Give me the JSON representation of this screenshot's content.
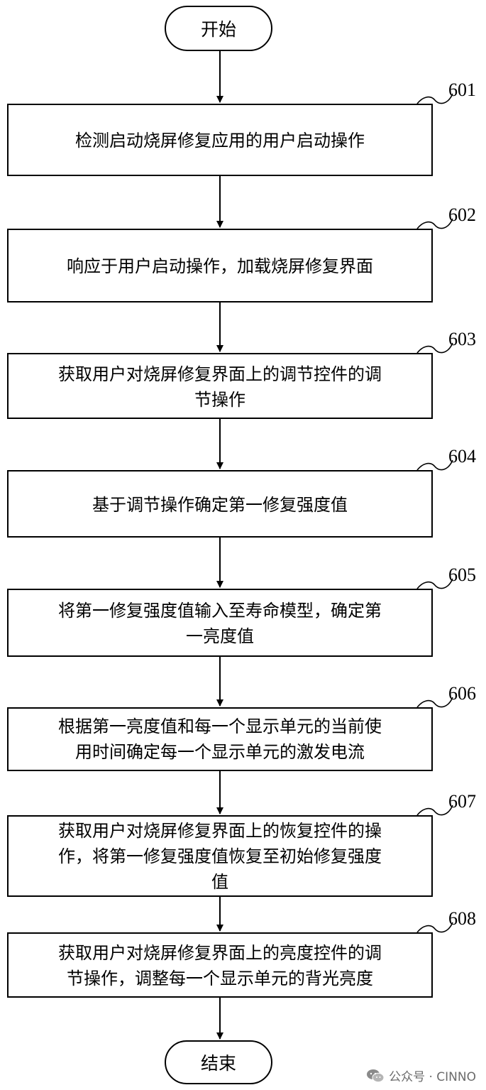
{
  "start_label": "开始",
  "end_label": "结束",
  "steps": [
    {
      "number": "601",
      "text": "检测启动烧屏修复应用的用户启动操作"
    },
    {
      "number": "602",
      "text": "响应于用户启动操作，加载烧屏修复界面"
    },
    {
      "number": "603",
      "text": "获取用户对烧屏修复界面上的调节控件的调\n节操作"
    },
    {
      "number": "604",
      "text": "基于调节操作确定第一修复强度值"
    },
    {
      "number": "605",
      "text": "将第一修复强度值输入至寿命模型，确定第\n一亮度值"
    },
    {
      "number": "606",
      "text": "根据第一亮度值和每一个显示单元的当前使\n用时间确定每一个显示单元的激发电流"
    },
    {
      "number": "607",
      "text": "获取用户对烧屏修复界面上的恢复控件的操\n作，将第一修复强度值恢复至初始修复强度\n值"
    },
    {
      "number": "608",
      "text": "获取用户对烧屏修复界面上的亮度控件的调\n节操作，调整每一个显示单元的背光亮度"
    }
  ],
  "watermark": "公众号 · CINNO",
  "watermark_icon": "wechat-icon"
}
